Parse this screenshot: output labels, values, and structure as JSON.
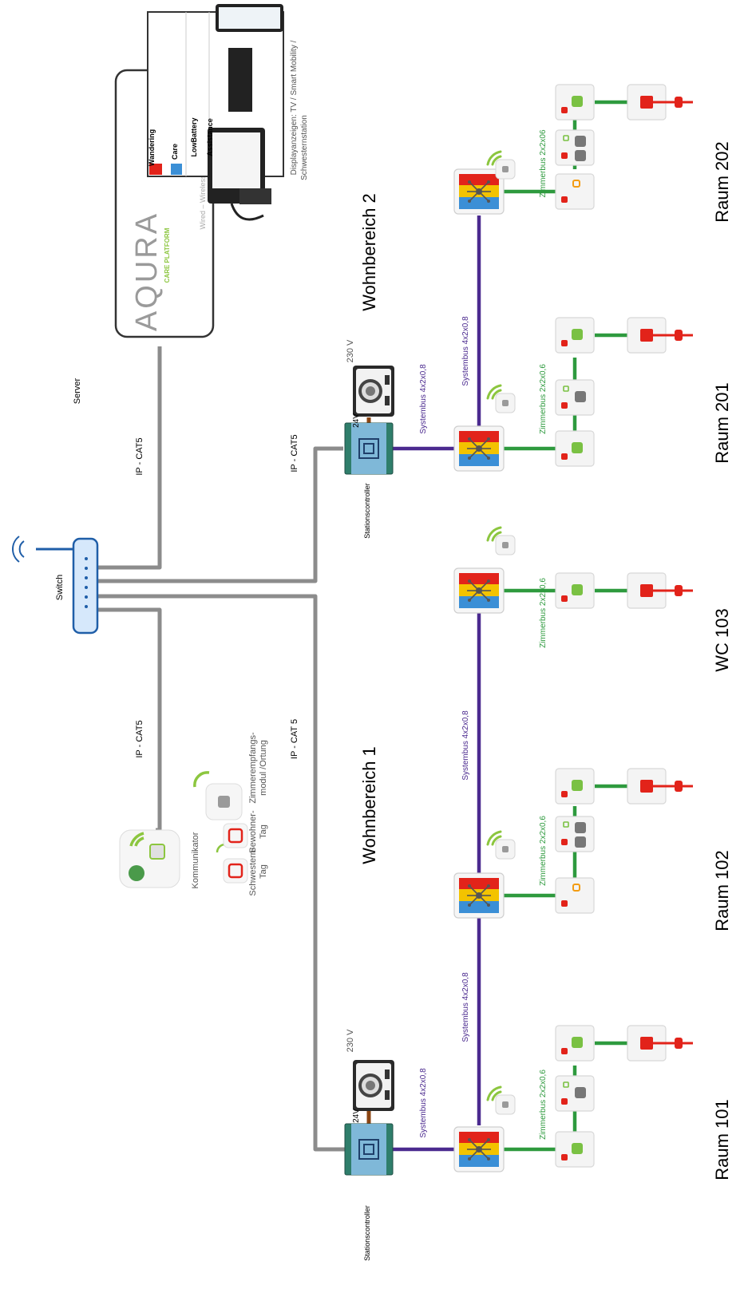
{
  "labels": {
    "switch": "Switch",
    "server": "Server",
    "ip_cat5_top": "IP - CAT5",
    "ip_cat5_mid": "IP - CAT5",
    "ip_cat5_left": "IP - CAT5",
    "ip_cat_5": "IP - CAT 5",
    "wohnbereich_1": "Wohnbereich 1",
    "wohnbereich_2": "Wohnbereich 2",
    "stationscontroller_1": "Stationscontroller",
    "stationscontroller_2": "Stationscontroller",
    "v230_1": "230 V",
    "v230_2": "230 V",
    "v24_1": "24V",
    "v24_2": "24V",
    "systembus_wb1_sc": "Systembus 4x2x0,8",
    "systembus_wb2_sc": "Systembus 4x2x0,8",
    "systembus_wb1_a": "Systembus 4x2x0,8",
    "systembus_wb1_b": "Systembus 4x2x0,8",
    "systembus_wb2_a": "Systembus 4x2x0,8",
    "zimmerbus_101": "Zimmerbus 2x2x0,6",
    "zimmerbus_102": "Zimmerbus 2x2x0,6",
    "zimmerbus_103": "Zimmerbus 2x2x0,6",
    "zimmerbus_201": "Zimmerbus 2x2x0,6",
    "zimmerbus_202": "Zimmerbus 2x2x06",
    "raum_101": "Raum 101",
    "raum_102": "Raum 102",
    "wc_103": "WC 103",
    "raum_201": "Raum 201",
    "raum_202": "Raum 202",
    "kommunikator": "Kommunikator",
    "schwestern_tag_1": "Schwestern-",
    "schwestern_tag_2": "Tag",
    "bewohner_tag_1": "Bewohner-",
    "bewohner_tag_2": "Tag",
    "zimmerempfang_1": "Zimmerempfangs-",
    "zimmerempfang_2": "modul /Ortung",
    "display_1": "Displayanzeigen: TV / Smart Mobility /",
    "display_2": "Schwesternstation",
    "aqura_logo": "AQURA",
    "care_platform": "CARE PLATFORM",
    "wired_wireless": "Wired – Wireless - Flow",
    "screen_wandering": "Wandering",
    "screen_care": "Care",
    "screen_lowbattery": "LowBattery",
    "screen_assistance": "Assistance"
  },
  "colors": {
    "ip_cable": "#8c8c8c",
    "systembus": "#4b2a8f",
    "zimmerbus": "#2e9a3e",
    "power_24v": "#8b4513",
    "systembus_text": "#4b2a8f",
    "zimmerbus_text": "#2e9a3e",
    "alarm_red": "#e02020",
    "led_green": "#7ac143"
  }
}
